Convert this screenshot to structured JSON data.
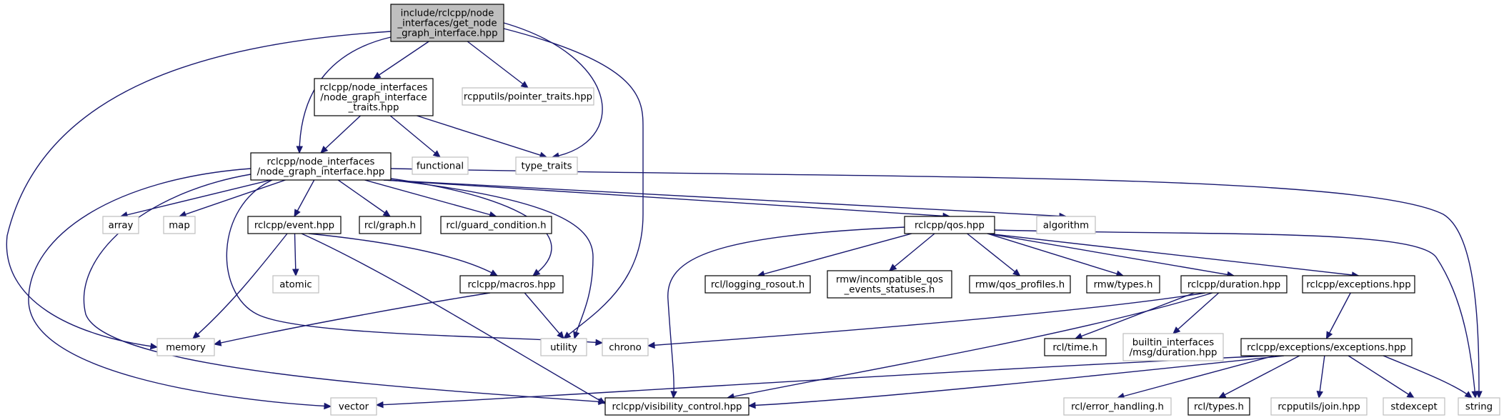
{
  "diagram": {
    "title": "",
    "colors": {
      "edge": "#191970",
      "root_fill": "#bfbfbf",
      "box_fill": "#ffffff",
      "documented_border": "#000000",
      "external_border": "#bfbfbf",
      "text": "#000000"
    },
    "nodes": [
      {
        "id": "root",
        "lines": [
          "include/rclcpp/node",
          "_interfaces/get_node",
          "_graph_interface.hpp"
        ],
        "kind": "root"
      },
      {
        "id": "traits",
        "lines": [
          "rclcpp/node_interfaces",
          "/node_graph_interface",
          "_traits.hpp"
        ],
        "kind": "documented"
      },
      {
        "id": "pointer_traits",
        "lines": [
          "rcpputils/pointer_traits.hpp"
        ],
        "kind": "external"
      },
      {
        "id": "ngi",
        "lines": [
          "rclcpp/node_interfaces",
          "/node_graph_interface.hpp"
        ],
        "kind": "documented"
      },
      {
        "id": "functional",
        "lines": [
          "functional"
        ],
        "kind": "external"
      },
      {
        "id": "type_traits",
        "lines": [
          "type_traits"
        ],
        "kind": "external"
      },
      {
        "id": "array",
        "lines": [
          "array"
        ],
        "kind": "external"
      },
      {
        "id": "map",
        "lines": [
          "map"
        ],
        "kind": "external"
      },
      {
        "id": "event",
        "lines": [
          "rclcpp/event.hpp"
        ],
        "kind": "documented"
      },
      {
        "id": "graph",
        "lines": [
          "rcl/graph.h"
        ],
        "kind": "documented"
      },
      {
        "id": "guard",
        "lines": [
          "rcl/guard_condition.h"
        ],
        "kind": "documented"
      },
      {
        "id": "qos",
        "lines": [
          "rclcpp/qos.hpp"
        ],
        "kind": "documented"
      },
      {
        "id": "algorithm",
        "lines": [
          "algorithm"
        ],
        "kind": "external"
      },
      {
        "id": "atomic",
        "lines": [
          "atomic"
        ],
        "kind": "external"
      },
      {
        "id": "macros",
        "lines": [
          "rclcpp/macros.hpp"
        ],
        "kind": "documented"
      },
      {
        "id": "logging",
        "lines": [
          "rcl/logging_rosout.h"
        ],
        "kind": "documented"
      },
      {
        "id": "incompatible",
        "lines": [
          "rmw/incompatible_qos",
          "_events_statuses.h"
        ],
        "kind": "documented"
      },
      {
        "id": "qos_profiles",
        "lines": [
          "rmw/qos_profiles.h"
        ],
        "kind": "documented"
      },
      {
        "id": "rmw_types",
        "lines": [
          "rmw/types.h"
        ],
        "kind": "documented"
      },
      {
        "id": "duration",
        "lines": [
          "rclcpp/duration.hpp"
        ],
        "kind": "documented"
      },
      {
        "id": "exceptions",
        "lines": [
          "rclcpp/exceptions.hpp"
        ],
        "kind": "documented"
      },
      {
        "id": "memory",
        "lines": [
          "memory"
        ],
        "kind": "external"
      },
      {
        "id": "utility",
        "lines": [
          "utility"
        ],
        "kind": "external"
      },
      {
        "id": "chrono",
        "lines": [
          "chrono"
        ],
        "kind": "external"
      },
      {
        "id": "rcl_time",
        "lines": [
          "rcl/time.h"
        ],
        "kind": "documented"
      },
      {
        "id": "builtin",
        "lines": [
          "builtin_interfaces",
          "/msg/duration.hpp"
        ],
        "kind": "external"
      },
      {
        "id": "exc_exc",
        "lines": [
          "rclcpp/exceptions/exceptions.hpp"
        ],
        "kind": "documented"
      },
      {
        "id": "vector",
        "lines": [
          "vector"
        ],
        "kind": "external"
      },
      {
        "id": "visibility",
        "lines": [
          "rclcpp/visibility_control.hpp"
        ],
        "kind": "documented"
      },
      {
        "id": "error_handling",
        "lines": [
          "rcl/error_handling.h"
        ],
        "kind": "external"
      },
      {
        "id": "rcl_types",
        "lines": [
          "rcl/types.h"
        ],
        "kind": "documented"
      },
      {
        "id": "join",
        "lines": [
          "rcpputils/join.hpp"
        ],
        "kind": "external"
      },
      {
        "id": "stdexcept",
        "lines": [
          "stdexcept"
        ],
        "kind": "external"
      },
      {
        "id": "string",
        "lines": [
          "string"
        ],
        "kind": "external"
      }
    ],
    "edges": [
      [
        "root",
        "traits"
      ],
      [
        "root",
        "pointer_traits"
      ],
      [
        "root",
        "ngi"
      ],
      [
        "root",
        "type_traits"
      ],
      [
        "root",
        "memory"
      ],
      [
        "root",
        "utility"
      ],
      [
        "traits",
        "ngi"
      ],
      [
        "traits",
        "functional"
      ],
      [
        "traits",
        "type_traits"
      ],
      [
        "ngi",
        "array"
      ],
      [
        "ngi",
        "map"
      ],
      [
        "ngi",
        "event"
      ],
      [
        "ngi",
        "graph"
      ],
      [
        "ngi",
        "guard"
      ],
      [
        "ngi",
        "qos"
      ],
      [
        "ngi",
        "algorithm"
      ],
      [
        "ngi",
        "macros"
      ],
      [
        "ngi",
        "utility"
      ],
      [
        "ngi",
        "chrono"
      ],
      [
        "ngi",
        "vector"
      ],
      [
        "ngi",
        "visibility"
      ],
      [
        "ngi",
        "string"
      ],
      [
        "event",
        "atomic"
      ],
      [
        "event",
        "macros"
      ],
      [
        "event",
        "memory"
      ],
      [
        "event",
        "visibility"
      ],
      [
        "macros",
        "memory"
      ],
      [
        "macros",
        "utility"
      ],
      [
        "qos",
        "logging"
      ],
      [
        "qos",
        "incompatible"
      ],
      [
        "qos",
        "qos_profiles"
      ],
      [
        "qos",
        "rmw_types"
      ],
      [
        "qos",
        "duration"
      ],
      [
        "qos",
        "exceptions"
      ],
      [
        "qos",
        "visibility"
      ],
      [
        "qos",
        "string"
      ],
      [
        "duration",
        "chrono"
      ],
      [
        "duration",
        "rcl_time"
      ],
      [
        "duration",
        "builtin"
      ],
      [
        "duration",
        "visibility"
      ],
      [
        "exceptions",
        "exc_exc"
      ],
      [
        "exc_exc",
        "vector"
      ],
      [
        "exc_exc",
        "visibility"
      ],
      [
        "exc_exc",
        "error_handling"
      ],
      [
        "exc_exc",
        "rcl_types"
      ],
      [
        "exc_exc",
        "join"
      ],
      [
        "exc_exc",
        "stdexcept"
      ],
      [
        "exc_exc",
        "string"
      ]
    ]
  }
}
